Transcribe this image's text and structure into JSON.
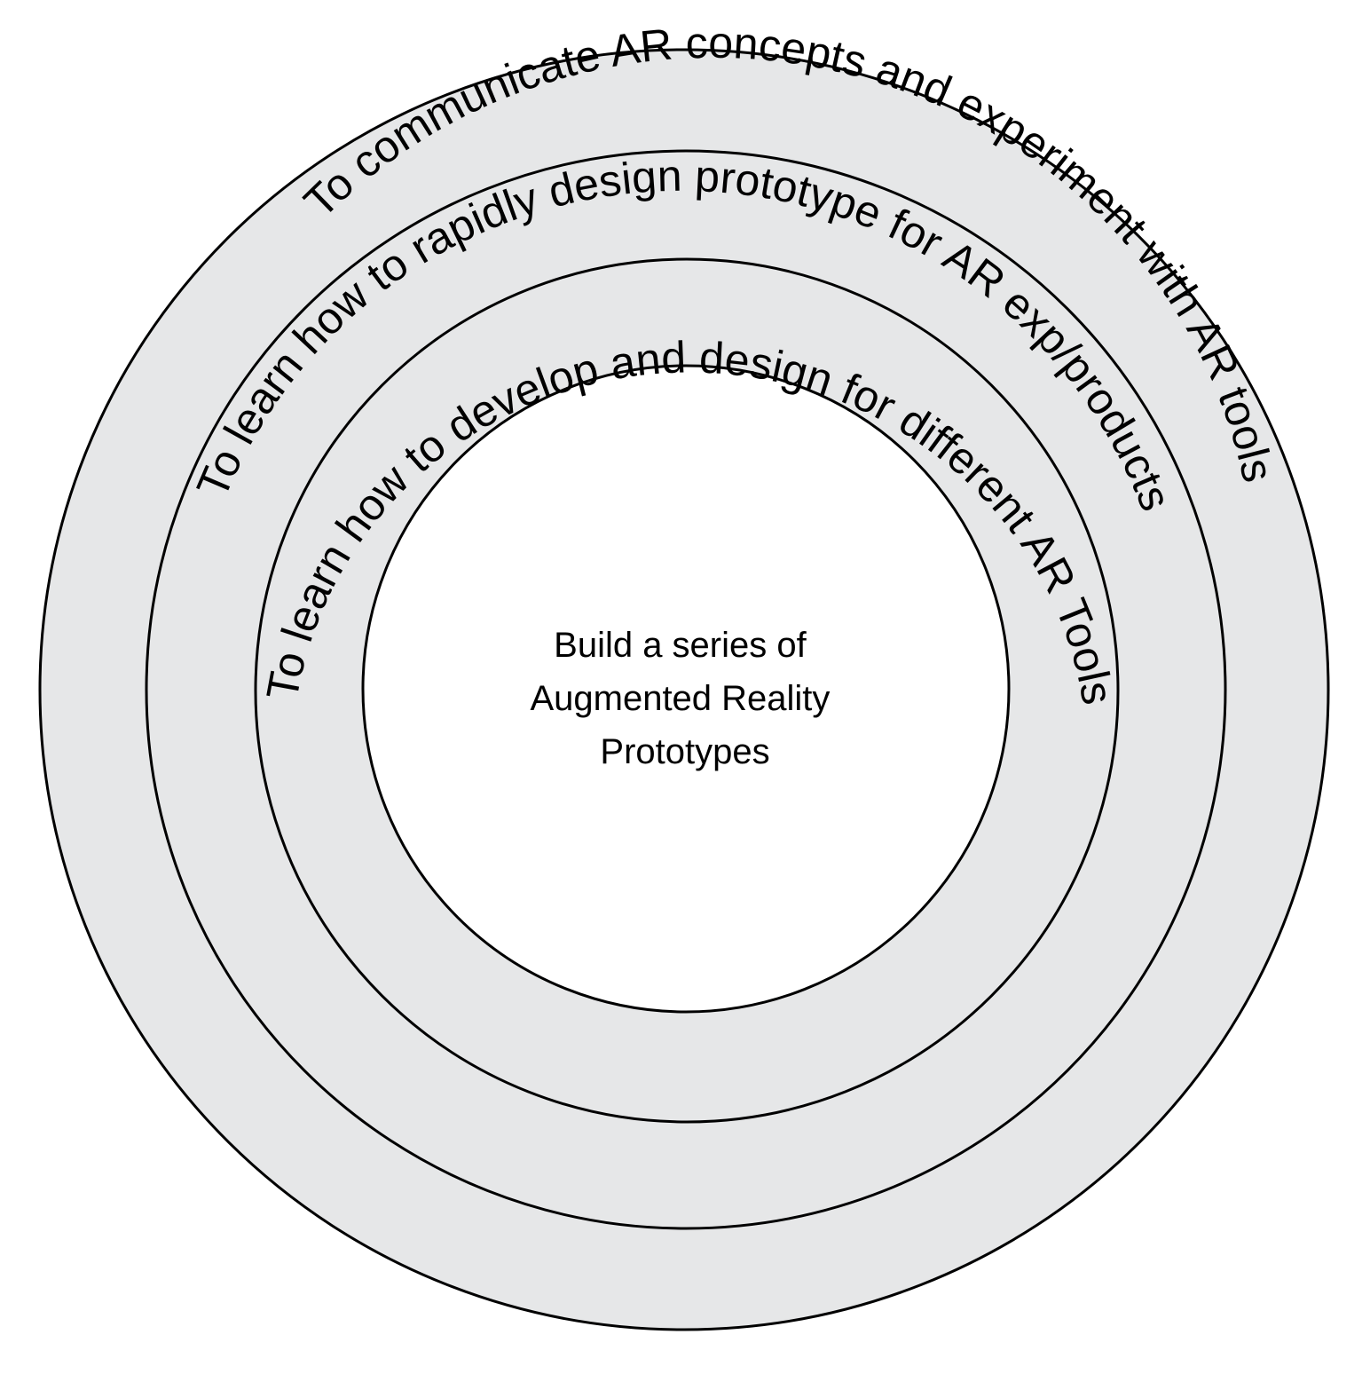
{
  "diagram": {
    "colors": {
      "ring_fill": "#e6e7e8",
      "center_fill": "#ffffff",
      "stroke": "#000000",
      "background": "#ffffff"
    },
    "rings": [
      {
        "label": "To communicate AR concepts and experiment with AR tools"
      },
      {
        "label": "To learn how to rapidly design prototype for AR exp/products"
      },
      {
        "label": "To learn how to develop and design for different AR Tools"
      }
    ],
    "center": {
      "lines": [
        "Build a series of",
        "Augmented Reality",
        "Prototypes"
      ]
    }
  }
}
